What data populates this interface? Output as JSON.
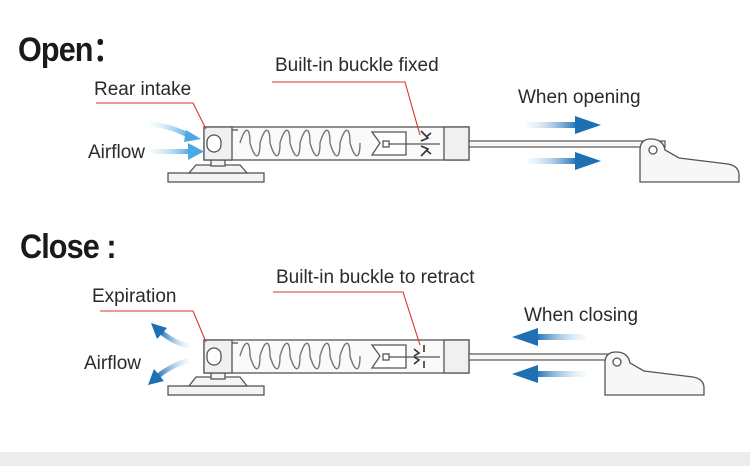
{
  "open": {
    "heading": "Open：",
    "labels": {
      "rear_intake": "Rear intake",
      "airflow": "Airflow",
      "buckle": "Built-in buckle fixed",
      "motion": "When opening"
    }
  },
  "close": {
    "heading": "Close :",
    "labels": {
      "expiration": "Expiration",
      "airflow": "Airflow",
      "buckle": "Built-in buckle to retract",
      "motion": "When closing"
    }
  },
  "colors": {
    "arrow_blue": "#1f6fb5",
    "light_blue": "#62b4e6",
    "leader_red": "#d9342b",
    "outline": "#555555"
  },
  "icons": [
    "air-spring-cylinder-icon",
    "hinge-bracket-icon",
    "mounting-base-icon",
    "air-arrow-icon"
  ]
}
